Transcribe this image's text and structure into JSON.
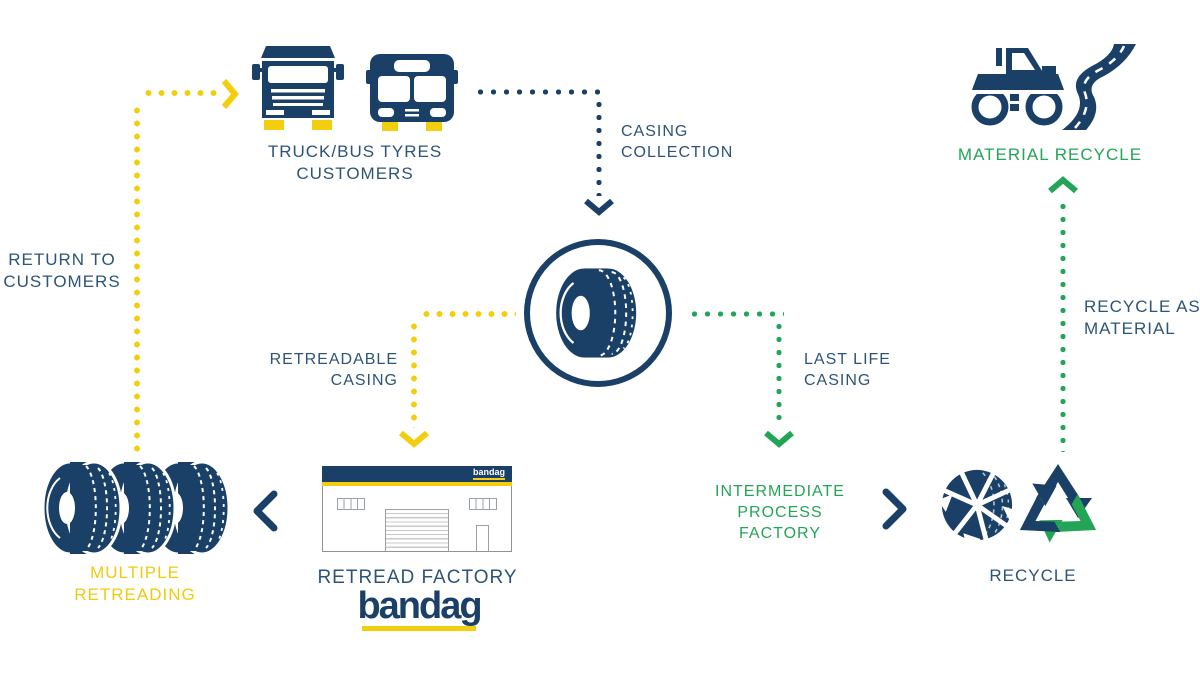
{
  "colors": {
    "navy": "#1A4067",
    "label_navy": "#2D5477",
    "yellow": "#F2CE0E",
    "green": "#24A456"
  },
  "nodes": {
    "truck_bus": {
      "line1": "TRUCK/BUS TYRES",
      "line2": "CUSTOMERS"
    },
    "retread_factory": {
      "label": "RETREAD FACTORY",
      "logo_text": "bandag",
      "roof_logo_text": "bandag"
    },
    "multiple_retreading": {
      "line1": "MULTIPLE",
      "line2": "RETREADING"
    },
    "intermediate_process_factory": {
      "line1": "INTERMEDIATE",
      "line2": "PROCESS",
      "line3": "FACTORY"
    },
    "recycle": {
      "label": "RECYCLE"
    },
    "material_recycle": {
      "label": "MATERIAL RECYCLE"
    }
  },
  "edges": {
    "casing_collection": {
      "line1": "CASING",
      "line2": "COLLECTION"
    },
    "retreadable_casing": {
      "line1": "RETREADABLE",
      "line2": "CASING"
    },
    "last_life_casing": {
      "line1": "LAST LIFE",
      "line2": "CASING"
    },
    "return_to_customers": {
      "line1": "RETURN TO",
      "line2": "CUSTOMERS"
    },
    "recycle_as_material": {
      "line1": "RECYCLE AS",
      "line2": "MATERIAL"
    }
  },
  "icons": [
    "truck-icon",
    "bus-icon",
    "tyre-icon",
    "tyre-stack-icon",
    "factory-icon",
    "shredded-tyre-icon",
    "recycle-arrows-icon",
    "road-roller-icon",
    "road-icon"
  ]
}
